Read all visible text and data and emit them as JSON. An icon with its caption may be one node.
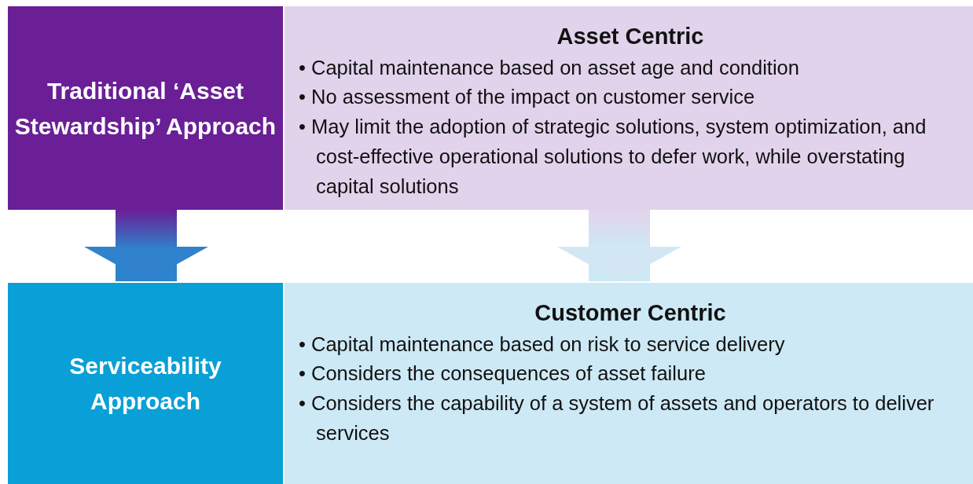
{
  "diagram": {
    "nodes": [
      {
        "text": [
          "Traditional ‘Asset Stewardship’ Approach"
        ]
      },
      {
        "text": [
          "Asset Centric",
          "• Capital maintenance based on asset age and condition",
          "• No assessment of the impact on customer service",
          "• May limit the adoption of strategic solutions, system optimization, and cost-effective operational solutions to defer work, while overstating capital solutions"
        ]
      },
      {
        "text": [
          "Serviceability Approach"
        ]
      },
      {
        "text": [
          "Customer Centric",
          "• Capital maintenance based on risk to service delivery",
          "• Considers the consequences of asset failure",
          "• Considers the capability of a system of assets and operators to deliver services"
        ]
      }
    ],
    "edges": [
      {
        "from": 0,
        "to": 2,
        "arrow": "to"
      },
      {
        "from": 1,
        "to": 3,
        "arrow": "to"
      }
    ]
  }
}
